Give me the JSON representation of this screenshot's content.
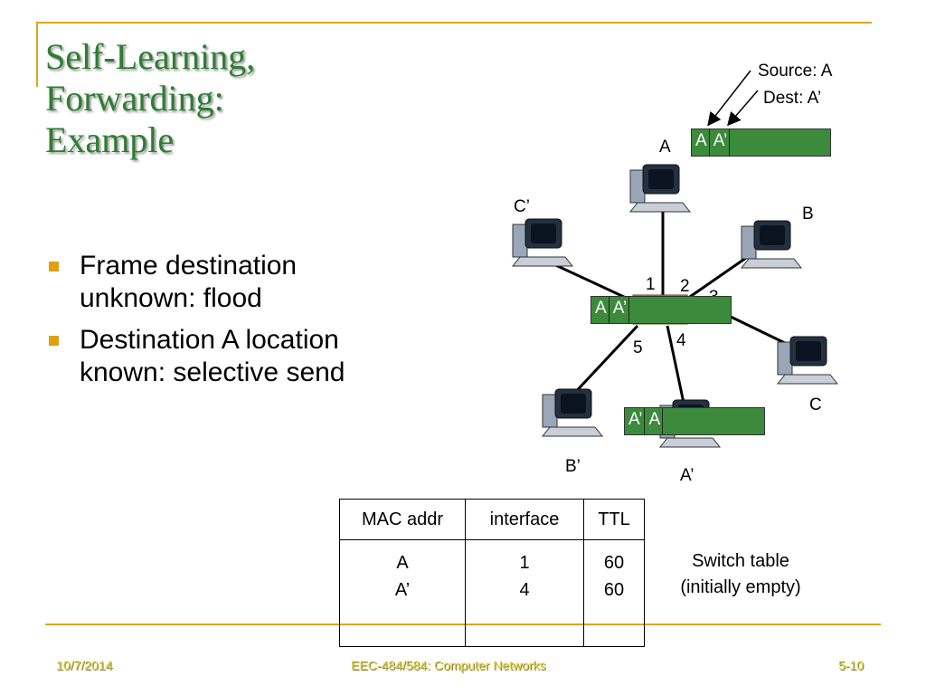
{
  "title": {
    "line1": "Self-Learning,",
    "line2": "Forwarding:",
    "line3": "Example"
  },
  "bullets": [
    {
      "line1": "Frame destination",
      "line2": "unknown: flood"
    },
    {
      "line1": "Destination A location",
      "line2": "known: selective send"
    }
  ],
  "diagram": {
    "source_label": "Source: A",
    "dest_label": "Dest: A’",
    "hosts": {
      "A": "A",
      "B": "B",
      "C": "C",
      "A_prime": "A’",
      "B_prime": "B’",
      "C_prime": "C’"
    },
    "ports": {
      "p1": "1",
      "p2": "2",
      "p3": "3",
      "p4": "4",
      "p5": "5"
    },
    "frames": {
      "top": {
        "src": "A",
        "dst": "A’"
      },
      "switch": {
        "src": "A",
        "dst": "A’"
      },
      "bottom": {
        "src": "A’",
        "dst": "A"
      }
    }
  },
  "switch_table": {
    "headers": [
      "MAC addr",
      "interface",
      "TTL"
    ],
    "rows": [
      {
        "mac": "A",
        "iface": "1",
        "ttl": "60"
      },
      {
        "mac": "A’",
        "iface": "4",
        "ttl": "60"
      }
    ],
    "caption_line1": "Switch table",
    "caption_line2": "(initially empty)"
  },
  "footer": {
    "date": "10/7/2014",
    "course": "EEC-484/584: Computer Networks",
    "page": "5-10"
  },
  "colors": {
    "accent_rule": "#d9a620",
    "title_green": "#2e7d32",
    "frame_green": "#3c8a3c",
    "bullet": "#e0a010"
  }
}
